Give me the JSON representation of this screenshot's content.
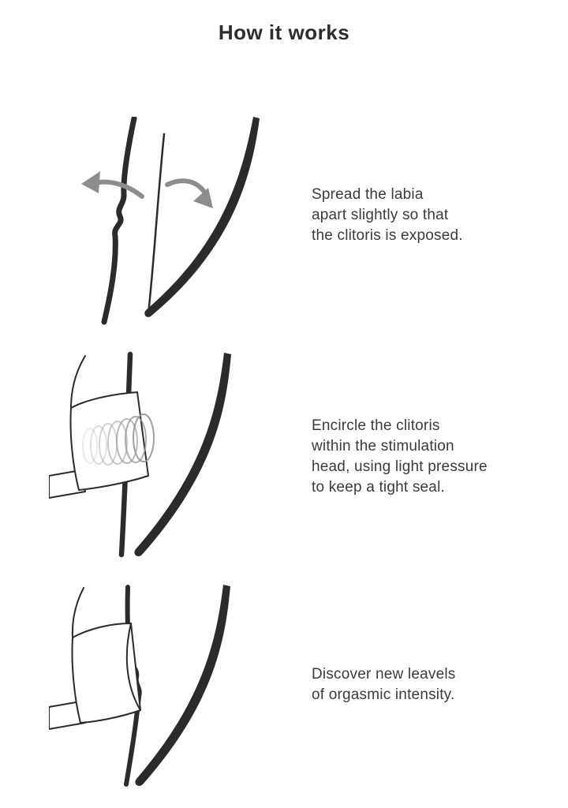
{
  "page": {
    "title": "How it works"
  },
  "steps": [
    {
      "figure_name": "labia-spread-with-outward-arrows",
      "caption": "Spread the labia\napart slightly so that\nthe clitoris is exposed."
    },
    {
      "figure_name": "stimulation-head-with-coil-over-clitoris",
      "caption": "Encircle the clitoris\nwithin the stimulation\nhead, using light pressure\nto keep a tight seal."
    },
    {
      "figure_name": "stimulation-head-sealed",
      "caption": "Discover new leavels\nof orgasmic intensity."
    }
  ],
  "colors": {
    "line": "#2b2b2b",
    "arrow": "#8d8d8d",
    "coil": "#9a9a9a",
    "background": "#ffffff",
    "text": "#3b3b3b"
  }
}
